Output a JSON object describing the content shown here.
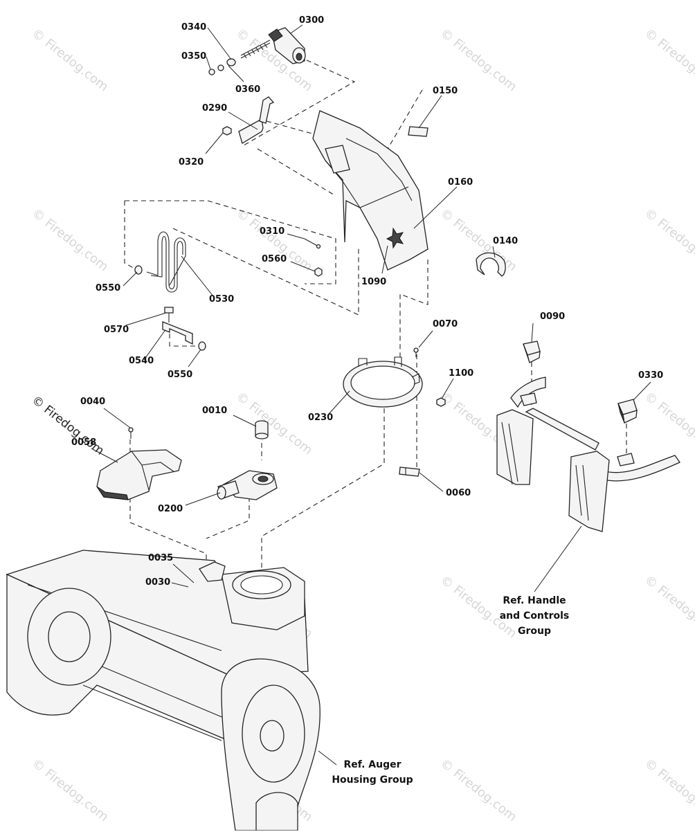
{
  "watermark": {
    "text": "© Firedog.com"
  },
  "parts": {
    "p0340": "0340",
    "p0300": "0300",
    "p0350": "0350",
    "p0360": "0360",
    "p0150": "0150",
    "p0290": "0290",
    "p0320": "0320",
    "p0160": "0160",
    "p0310": "0310",
    "p0560": "0560",
    "p0140": "0140",
    "p1090": "1090",
    "p0550a": "0550",
    "p0530": "0530",
    "p0570": "0570",
    "p0540": "0540",
    "p0550b": "0550",
    "p0070": "0070",
    "p0090": "0090",
    "p1100": "1100",
    "p0330": "0330",
    "p0230": "0230",
    "p0040": "0040",
    "p0058": "0058",
    "p0010": "0010",
    "p0200": "0200",
    "p0060": "0060",
    "p0035": "0035",
    "p0030": "0030"
  },
  "references": {
    "handle": [
      "Ref. Handle",
      "and Controls",
      "Group"
    ],
    "auger": [
      "Ref. Auger",
      "Housing Group"
    ]
  }
}
